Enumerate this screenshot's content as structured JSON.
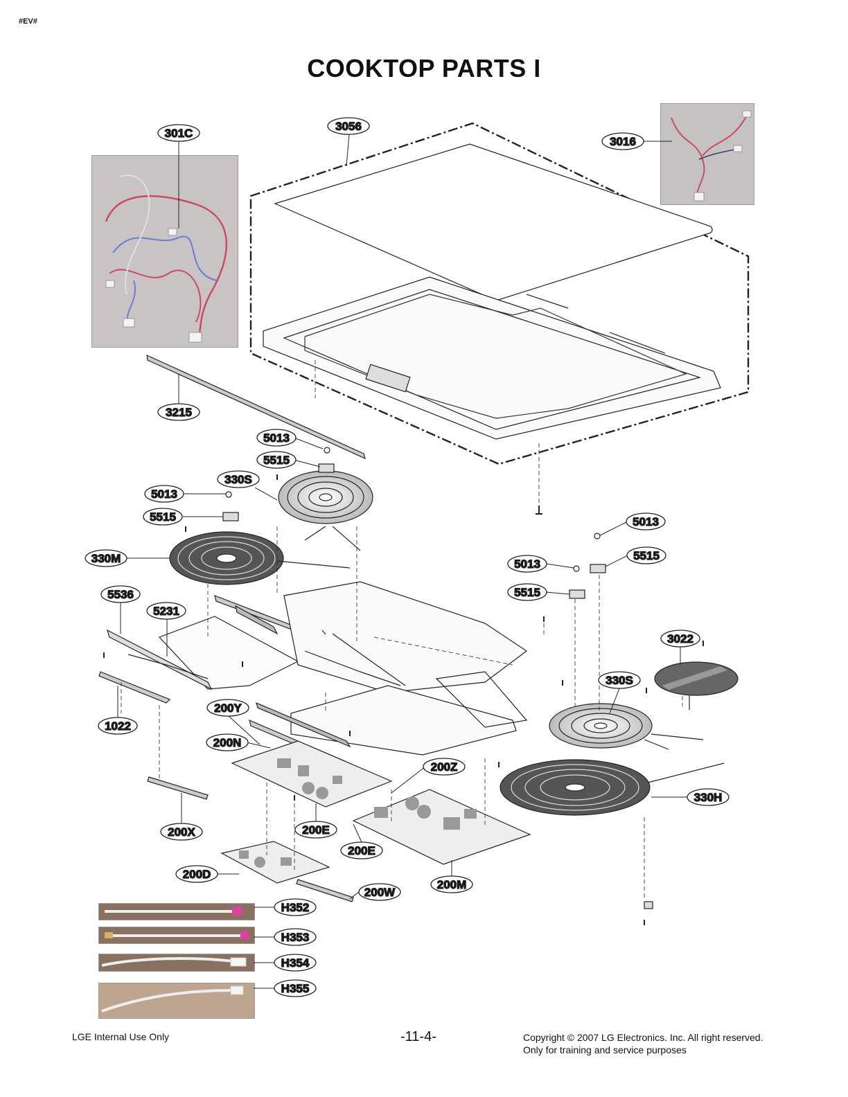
{
  "header": {
    "tag": "#EV#",
    "title": "COOKTOP PARTS I"
  },
  "callouts": {
    "c301C": "301C",
    "c3056": "3056",
    "c3016": "3016",
    "c3215": "3215",
    "c5013a": "5013",
    "c5515a": "5515",
    "c330Sa": "330S",
    "c5013b": "5013",
    "c5515b": "5515",
    "c330M": "330M",
    "c5013c": "5013",
    "c5515c": "5515",
    "c5013d": "5013",
    "c5515d": "5515",
    "c5536": "5536",
    "c5231": "5231",
    "c3022": "3022",
    "c330Sb": "330S",
    "c1022": "1022",
    "c200Y": "200Y",
    "c200N": "200N",
    "c200Z": "200Z",
    "c330H": "330H",
    "c200X": "200X",
    "c200E1": "200E",
    "c200E2": "200E",
    "c200D": "200D",
    "c200M": "200M",
    "c200W": "200W",
    "cH352": "H352",
    "cH353": "H353",
    "cH354": "H354",
    "cH355": "H355"
  },
  "footer": {
    "left": "LGE Internal Use Only",
    "page": "-11-4-",
    "copyright_line1": "Copyright © 2007 LG Electronics. Inc. All right reserved.",
    "copyright_line2": "Only for training and service purposes"
  }
}
